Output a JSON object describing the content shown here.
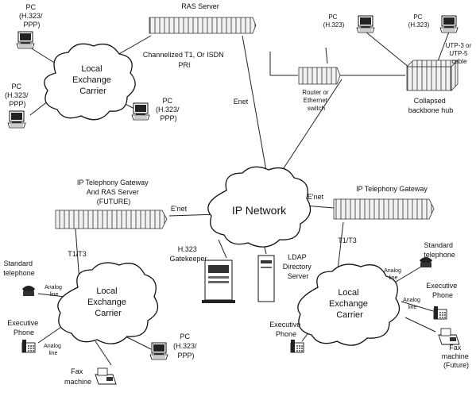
{
  "labels": {
    "ras_server": "RAS Server",
    "pc_h323_ppp_top": [
      "PC",
      "(H.323/",
      "PPP)"
    ],
    "pc_h323_ppp_mid": [
      "PC",
      "(H.323/",
      "PPP)"
    ],
    "pc_h323_ppp_right": [
      "PC",
      "(H.323/",
      "PPP)"
    ],
    "pc_h323_ppp_bottom": [
      "PC",
      "(H.323/",
      "PPP)"
    ],
    "channelized": [
      "Channelized T1, Or ISDN",
      "PRI"
    ],
    "enet": "Enet",
    "pc_h323_a": [
      "PC",
      "(H.323)"
    ],
    "pc_h323_b": [
      "PC",
      "(H.323)"
    ],
    "utp": [
      "UTP-3 or",
      "UTP-5",
      "cable"
    ],
    "router": [
      "Router or",
      "Ethernet",
      "switch"
    ],
    "collapsed": [
      "Collapsed",
      "backbone hub"
    ],
    "gw_ras": [
      "IP Telephony Gateway",
      "And RAS Server",
      "(FUTURE)"
    ],
    "enet_left": "E'net",
    "enet_right": "E'net",
    "ip_network": "IP Network",
    "gw_right": "IP Telephony Gateway",
    "t1t3_left": "T1/T3",
    "t1t3_right": "T1/T3",
    "h323_gk": [
      "H.323",
      "Gatekeeper"
    ],
    "ldap": [
      "LDAP",
      "Directory",
      "Server"
    ],
    "std_phone_left": [
      "Standard",
      "telephone"
    ],
    "std_phone_right": [
      "Standard",
      "telephone"
    ],
    "analog_line": [
      "Analog",
      "line"
    ],
    "exec_phone_left": [
      "Executive",
      "Phone"
    ],
    "exec_phone_br": [
      "Executive",
      "Phone"
    ],
    "exec_phone_bottom": [
      "Executive",
      "Phone"
    ],
    "fax_left": [
      "Fax",
      "machine"
    ],
    "fax_right": [
      "Fax",
      "machine",
      "(Future)"
    ],
    "lec": [
      "Local",
      "Exchange",
      "Carrier"
    ]
  }
}
